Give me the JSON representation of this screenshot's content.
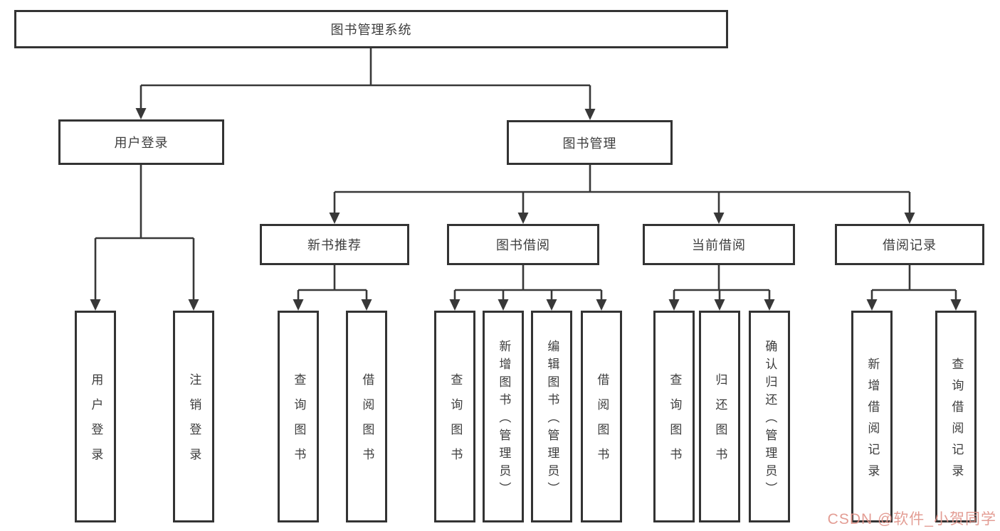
{
  "diagram": {
    "root": "图书管理系统",
    "branches": [
      {
        "label": "用户登录",
        "leaves": [
          "用户登录",
          "注销登录"
        ]
      },
      {
        "label": "图书管理",
        "groups": [
          {
            "label": "新书推荐",
            "leaves": [
              "查询图书",
              "借阅图书"
            ]
          },
          {
            "label": "图书借阅",
            "leaves": [
              "查询图书",
              "新增图书（管理员）",
              "编辑图书（管理员）",
              "借阅图书"
            ]
          },
          {
            "label": "当前借阅",
            "leaves": [
              "查询图书",
              "归还图书",
              "确认归还（管理员）"
            ]
          },
          {
            "label": "借阅记录",
            "leaves": [
              "新增借阅记录",
              "查询借阅记录"
            ]
          }
        ]
      }
    ]
  },
  "watermark": "CSDN @软件_小贺同学",
  "colors": {
    "line": "#383838",
    "text": "#3d3d3d",
    "watermark": "#e09288"
  }
}
